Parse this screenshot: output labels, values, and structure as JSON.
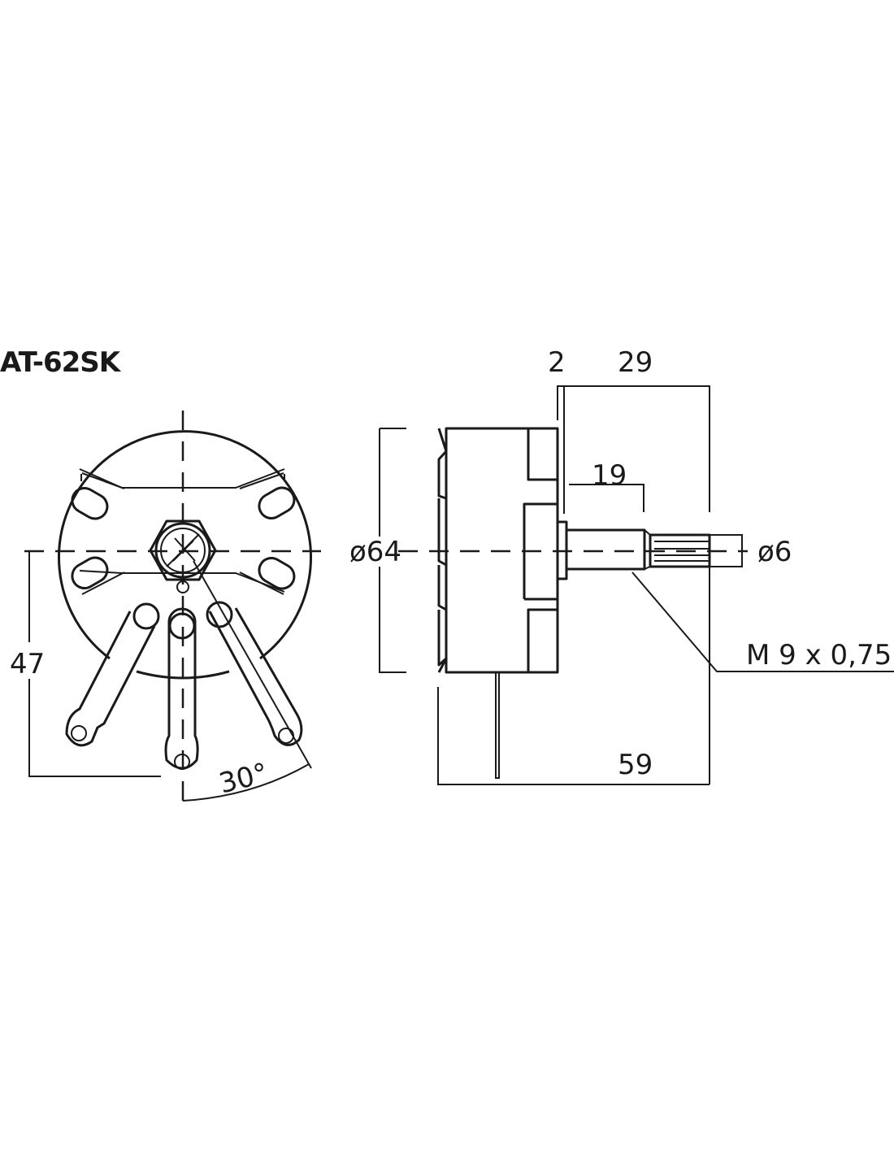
{
  "title": "AT-62SK",
  "front_view": {
    "dim_height": "47",
    "dim_angle": "30°"
  },
  "side_view": {
    "dim_diameter_body": "ø64",
    "dim_diameter_shaft": "ø6",
    "dim_flange": "2",
    "dim_shaft_length": "29",
    "dim_thread_length": "19",
    "dim_total_length": "59",
    "thread_spec": "M 9 x 0,75"
  }
}
